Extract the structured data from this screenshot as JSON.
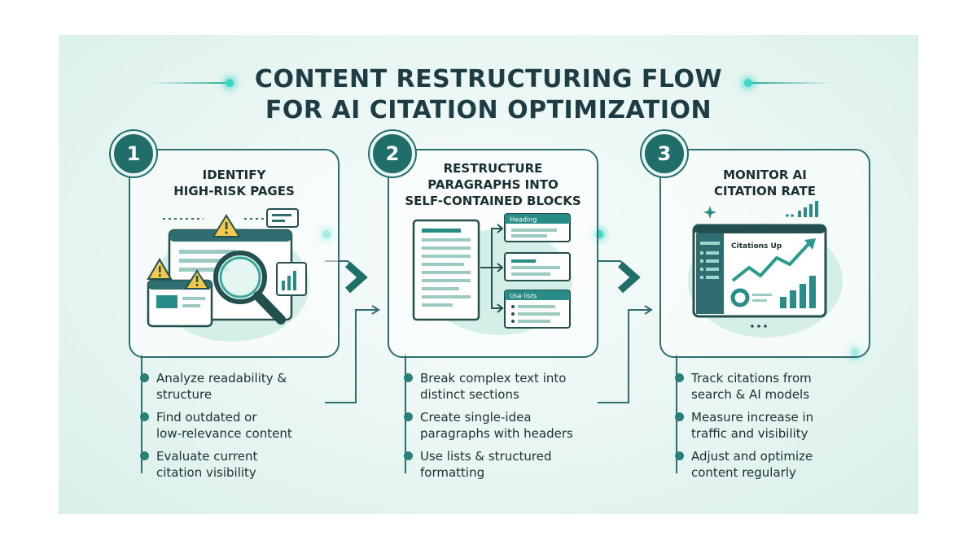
{
  "title": {
    "line1": "CONTENT RESTRUCTURING FLOW",
    "line2": "FOR AI CITATION OPTIMIZATION"
  },
  "colors": {
    "primary": "#1f6e6a",
    "accent": "#2ba89a",
    "glow": "#3fd6c6",
    "warning": "#f2c94c",
    "outline": "#2f6e70"
  },
  "steps": [
    {
      "number": "1",
      "title": "IDENTIFY\nHIGH-RISK PAGES",
      "icon": "magnifier-warning-icon",
      "bullets": [
        "Analyze readability &\nstructure",
        "Find outdated or\nlow-relevance content",
        "Evaluate current\ncitation visibility"
      ]
    },
    {
      "number": "2",
      "title": "RESTRUCTURE\nPARAGRAPHS  INTO\nSELF-CONTAINED BLOCKS",
      "icon": "document-blocks-icon",
      "illustration": {
        "heading_label": "Heading",
        "lists_label": "Use lists"
      },
      "bullets": [
        "Break complex text into\ndistinct sections",
        "Create single-idea\nparagraphs with headers",
        "Use lists & structured\nformatting"
      ]
    },
    {
      "number": "3",
      "title": "MONITOR AI\nCITATION RATE",
      "icon": "dashboard-chart-icon",
      "illustration": {
        "chart_label": "Citations Up"
      },
      "bullets": [
        "Track citations from\nsearch & AI models",
        "Measure increase in\ntraffic and visibility",
        "Adjust and optimize\ncontent regularly"
      ]
    }
  ]
}
